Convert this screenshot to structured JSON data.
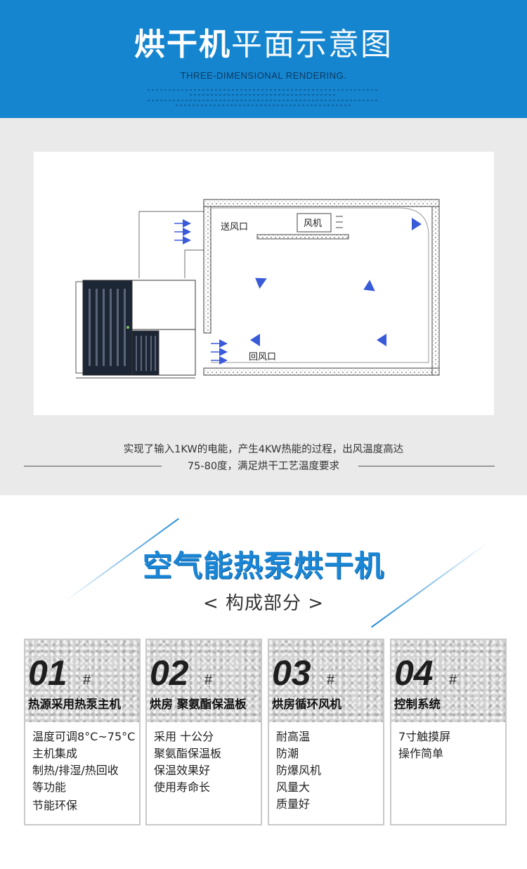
{
  "header": {
    "title_bold": "烘干机",
    "title_light": "平面示意图",
    "subtitle": "THREE-DIMENSIONAL RENDERING."
  },
  "diagram": {
    "label_supply": "送风口",
    "label_fan": "风机",
    "label_return": "回风口",
    "caption_line1": "实现了输入1KW的电能，产生4KW热能的过程，出风温度高达",
    "caption_line2": "75-80度，满足烘干工艺温度要求",
    "arrow_color": "#3a5bd8"
  },
  "section": {
    "title": "空气能热泵烘干机",
    "subtitle": "< 构成部分 >",
    "title_color": "#1a86d6"
  },
  "cards": [
    {
      "num": "01",
      "hash": "#",
      "name": "热源采用热泵主机",
      "items": [
        "温度可调8°C~75°C",
        "主机集成",
        "制热/排湿/热回收",
        "等功能",
        "节能环保"
      ]
    },
    {
      "num": "02",
      "hash": "#",
      "name": "烘房 聚氨酯保温板",
      "items": [
        "采用 十公分",
        "聚氨酯保温板",
        "保温效果好",
        "使用寿命长"
      ]
    },
    {
      "num": "03",
      "hash": "#",
      "name": "烘房循环风机",
      "items": [
        "耐高温",
        "防潮",
        "防爆风机",
        "风量大",
        "质量好"
      ]
    },
    {
      "num": "04",
      "hash": "#",
      "name": "控制系统",
      "items": [
        "7寸触摸屏",
        "操作简单"
      ]
    }
  ]
}
